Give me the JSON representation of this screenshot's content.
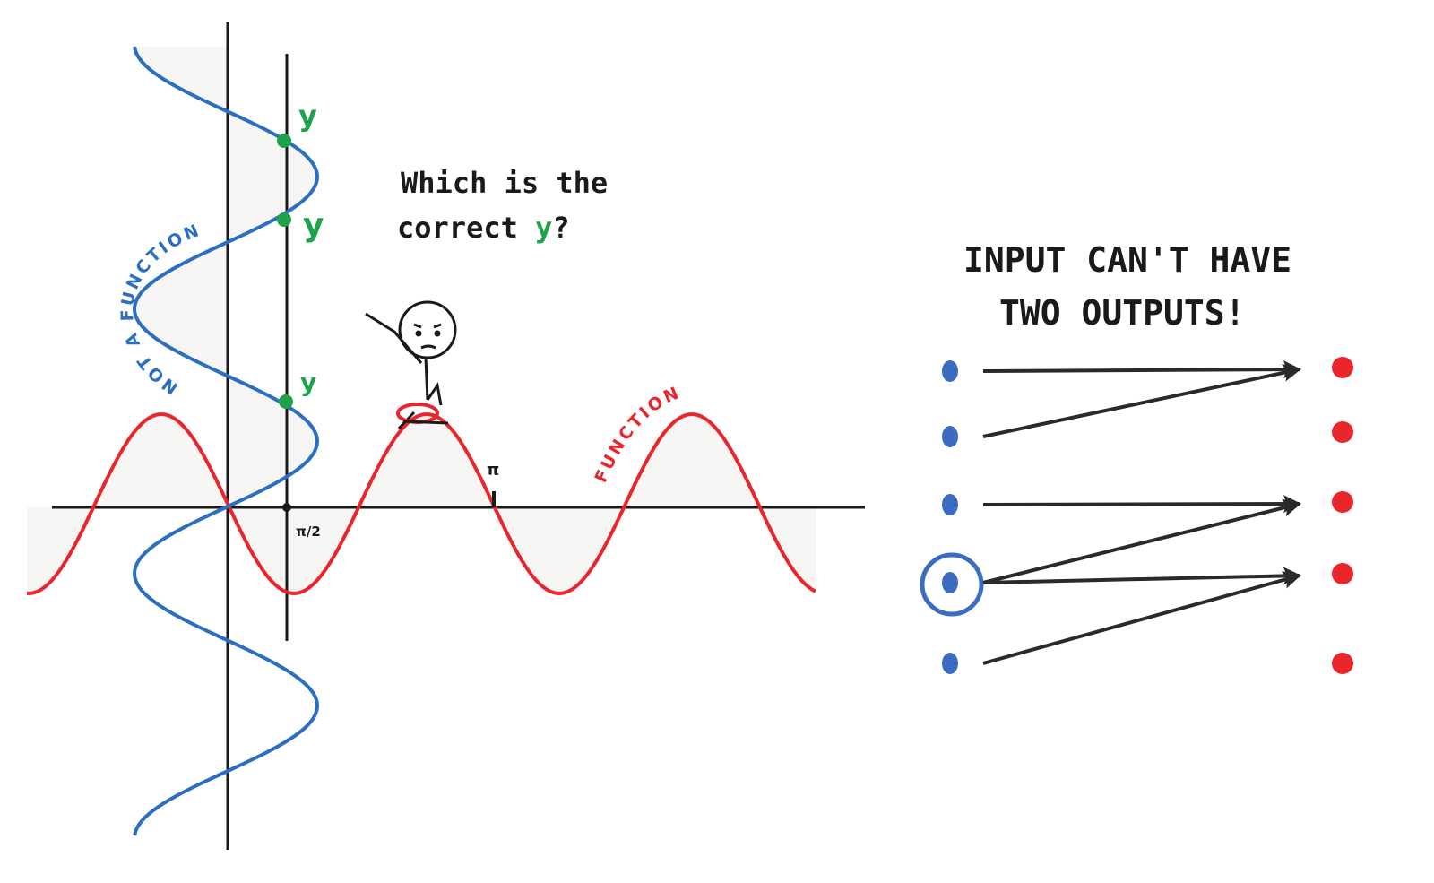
{
  "question": {
    "line1": "Which is the",
    "line2_prefix": "correct",
    "line2_y": "y",
    "line2_suffix": "?"
  },
  "point_labels": [
    "y",
    "y",
    "y"
  ],
  "curve_labels": {
    "not_function": "NOT A FUNCTION",
    "function": "FUNCTION"
  },
  "axis_labels": {
    "pi_over_2": "π/2",
    "pi": "π"
  },
  "rule": {
    "line1": "INPUT CAN'T HAVE",
    "line2": "TWO OUTPUTS!"
  },
  "mapping": {
    "inputs": 5,
    "outputs": 5,
    "highlighted_input": 4,
    "arrows": [
      [
        1,
        1
      ],
      [
        2,
        1
      ],
      [
        3,
        3
      ],
      [
        4,
        3
      ],
      [
        4,
        4
      ],
      [
        5,
        4
      ]
    ]
  },
  "colors": {
    "red": "#e8262b",
    "blue": "#2a6fc0",
    "blue_dot": "#3b6cc0",
    "green": "#1ea34a",
    "ink": "#1a1a1a",
    "fill": "#f8f6f5"
  }
}
